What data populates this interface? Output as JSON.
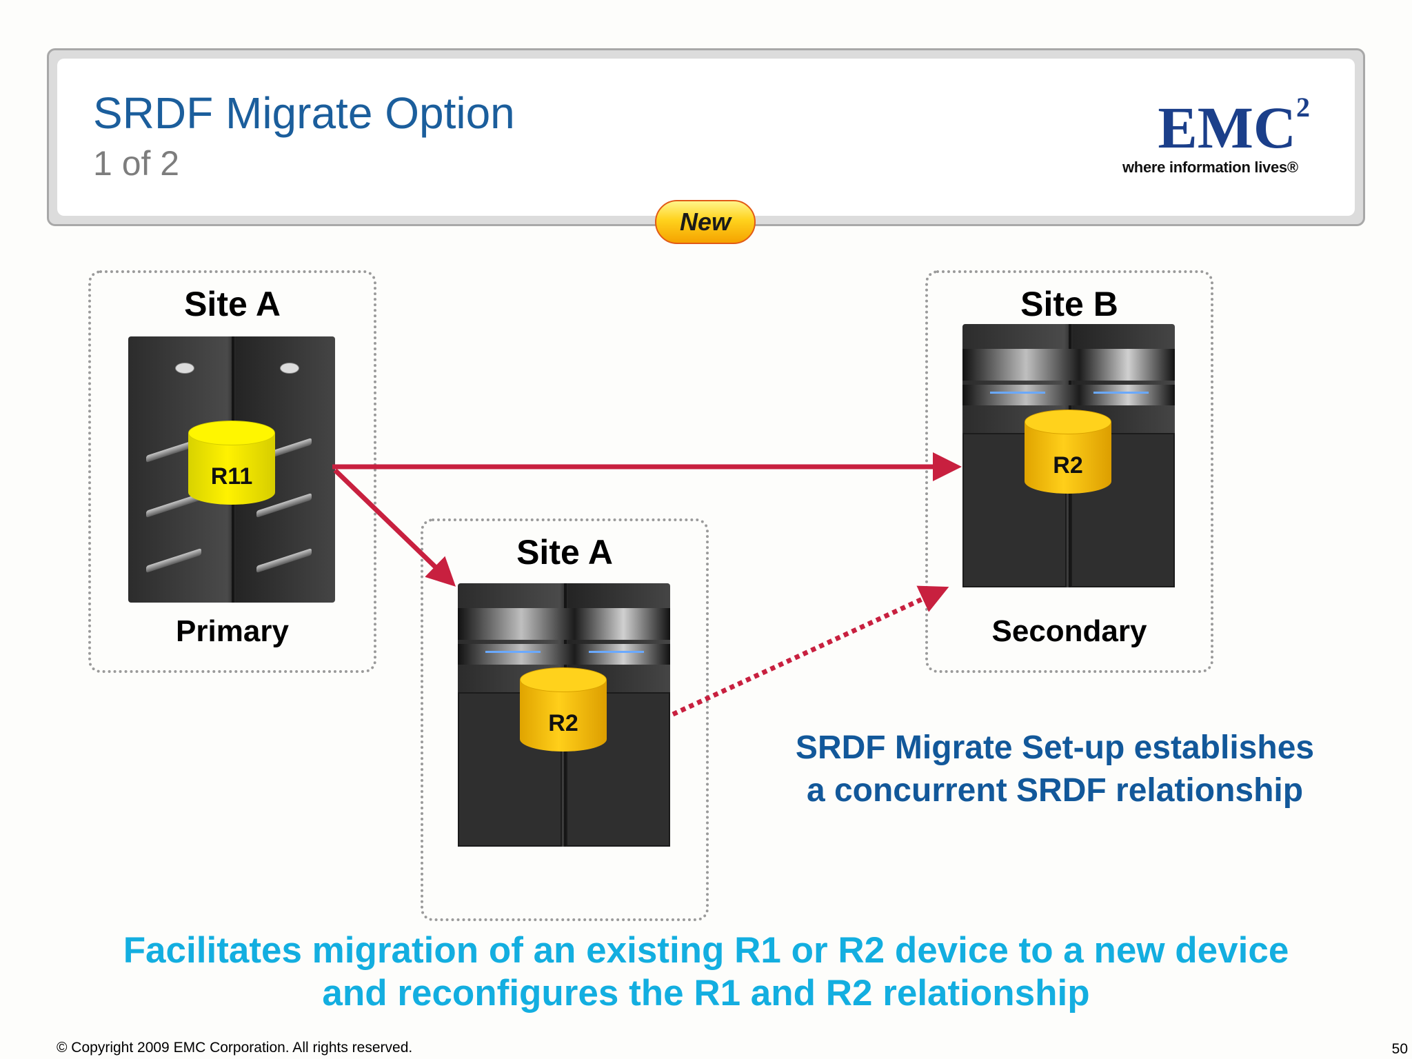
{
  "header": {
    "title": "SRDF Migrate Option",
    "subtitle": "1 of 2",
    "badge": "New"
  },
  "logo": {
    "mark": "EMC",
    "superscript": "2",
    "tagline": "where information lives®"
  },
  "sites": [
    {
      "label": "Site A",
      "role": "Primary",
      "device": "R11",
      "device_color": "#fff200"
    },
    {
      "label": "Site A",
      "role": "",
      "device": "R2",
      "device_color": "#ffc400"
    },
    {
      "label": "Site B",
      "role": "Secondary",
      "device": "R2",
      "device_color": "#ffc400"
    }
  ],
  "connector_color": "#c8203f",
  "callout": {
    "line1": "SRDF Migrate Set-up establishes",
    "line2": "a concurrent SRDF relationship"
  },
  "footer_message": {
    "line1": "Facilitates migration of an existing R1 or R2 device to a new device",
    "line2": "and reconfigures the R1 and R2 relationship"
  },
  "footer": {
    "copyright": "© Copyright 2009 EMC Corporation. All rights reserved.",
    "page_number": "50"
  }
}
